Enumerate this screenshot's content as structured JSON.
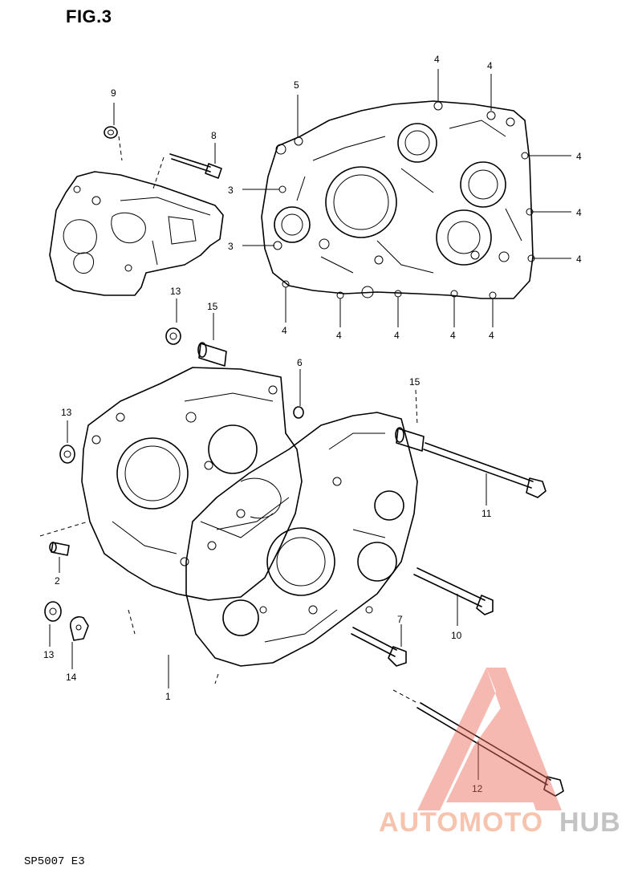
{
  "figure": {
    "title": "FIG.3",
    "code": "SP5007 E3"
  },
  "callouts": {
    "top_cover": {
      "n9": "9",
      "n8": "8"
    },
    "crankcase_cover": {
      "n5": "5",
      "n4_a": "4",
      "n4_b": "4",
      "n4_c": "4",
      "n4_d": "4",
      "n4_e": "4",
      "n4_f": "4",
      "n4_g": "4",
      "n4_h": "4",
      "n4_i": "4",
      "n4_j": "4",
      "n3_a": "3",
      "n3_b": "3"
    },
    "crankcase": {
      "n13_a": "13",
      "n15_a": "15",
      "n6": "6",
      "n15_b": "15",
      "n13_b": "13",
      "n11": "11",
      "n2": "2",
      "n10": "10",
      "n7": "7",
      "n13_c": "13",
      "n14": "14",
      "n1": "1",
      "n12": "12"
    }
  },
  "watermark": {
    "part1": "AUTOMOTO",
    "part2": "HUB",
    "color_primary": "#f5b9a0",
    "color_secondary": "#b9b9b9",
    "triangle_color": "#e96a5a"
  }
}
